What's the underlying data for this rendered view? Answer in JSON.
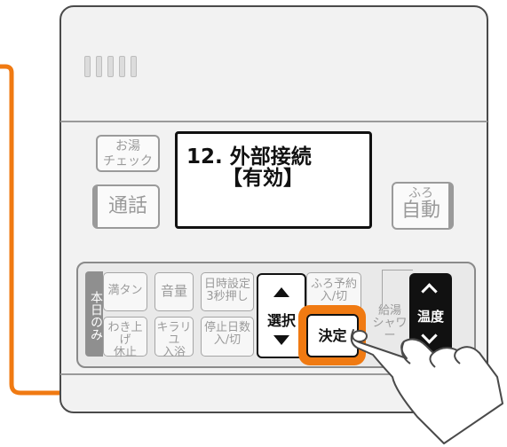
{
  "display": {
    "line1": "12. 外部接続",
    "line2": "【有効】"
  },
  "buttons": {
    "ofuro_check": [
      "お湯",
      "チェック"
    ],
    "tsuwa": "通話",
    "furo_jido": [
      "ふろ",
      "自動"
    ],
    "honjitsu_nomi": "本日のみ",
    "mantan": "満タン",
    "wakiage": [
      "わき上げ",
      "休止"
    ],
    "onryo": "音量",
    "kirari": [
      "キラリユ",
      "入浴"
    ],
    "nichiji": [
      "日時設定",
      "3秒押し"
    ],
    "teishi": [
      "停止日数",
      "入/切"
    ],
    "sentaku": "選択",
    "kettei": "決定",
    "furo_yoyaku": [
      "ふろ予約",
      "入/切"
    ],
    "kyuto_shower": [
      "給湯",
      "シャワー"
    ],
    "ondo": "温度"
  },
  "colors": {
    "accent": "#f07a12",
    "panel": "#f2f2f2",
    "display_border": "#111111"
  },
  "icons": {
    "pointer": "hand-pointing-icon",
    "up": "triangle-up-icon",
    "down": "triangle-down-icon"
  }
}
